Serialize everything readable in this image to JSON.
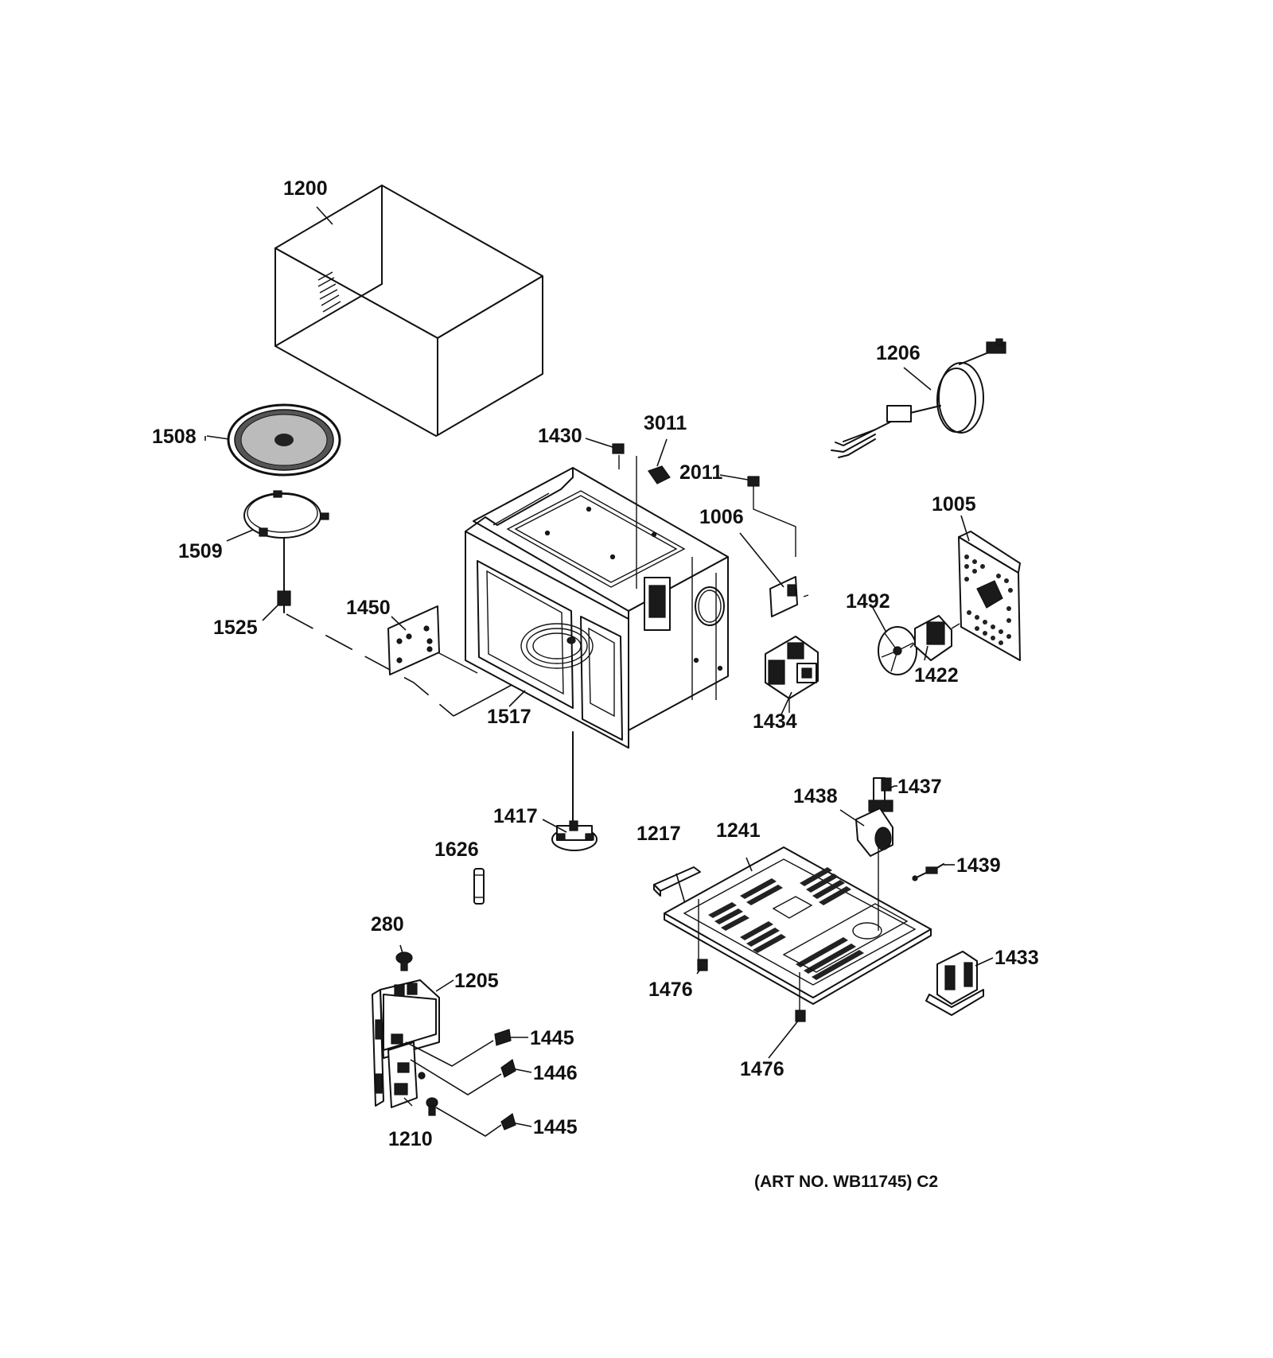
{
  "parts": {
    "p1200": "1200",
    "p1206": "1206",
    "p1508": "1508",
    "p1430": "1430",
    "p3011": "3011",
    "p2011": "2011",
    "p1005": "1005",
    "p1006": "1006",
    "p1509": "1509",
    "p1492": "1492",
    "p1450": "1450",
    "p1525": "1525",
    "p1422": "1422",
    "p1517": "1517",
    "p1434": "1434",
    "p1437": "1437",
    "p1438": "1438",
    "p1417": "1417",
    "p1217": "1217",
    "p1241": "1241",
    "p1626": "1626",
    "p1439": "1439",
    "p280": "280",
    "p1433": "1433",
    "p1205": "1205",
    "p1476a": "1476",
    "p1445a": "1445",
    "p1446": "1446",
    "p1476b": "1476",
    "p1445b": "1445",
    "p1210": "1210"
  },
  "art_number": "(ART NO. WB11745) C2"
}
